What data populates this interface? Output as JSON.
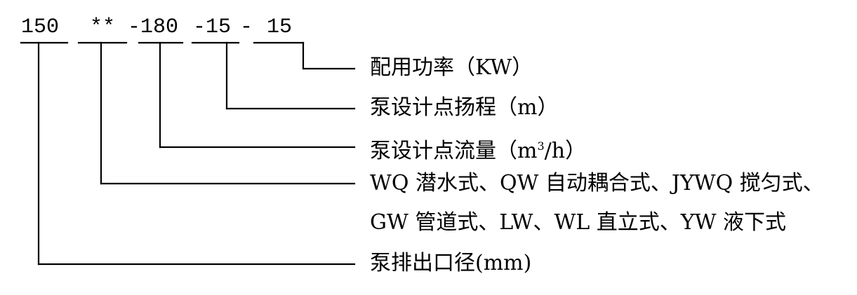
{
  "code": {
    "outlet": "150",
    "type": "**",
    "dash1": "-",
    "flow": "180",
    "dash2": "-",
    "head": "15",
    "dash3": "-",
    "power": "15"
  },
  "labels": {
    "power": "配用功率（KW）",
    "head": "泵设计点扬程（m）",
    "flow_prefix": "泵设计点流量（m",
    "flow_sup": "3",
    "flow_suffix": "/h）",
    "type_line1": "WQ 潜水式、QW 自动耦合式、JYWQ 搅匀式、",
    "type_line2": "GW 管道式、LW、WL 直立式、YW  液下式",
    "outlet": "泵排出口径(mm)"
  }
}
